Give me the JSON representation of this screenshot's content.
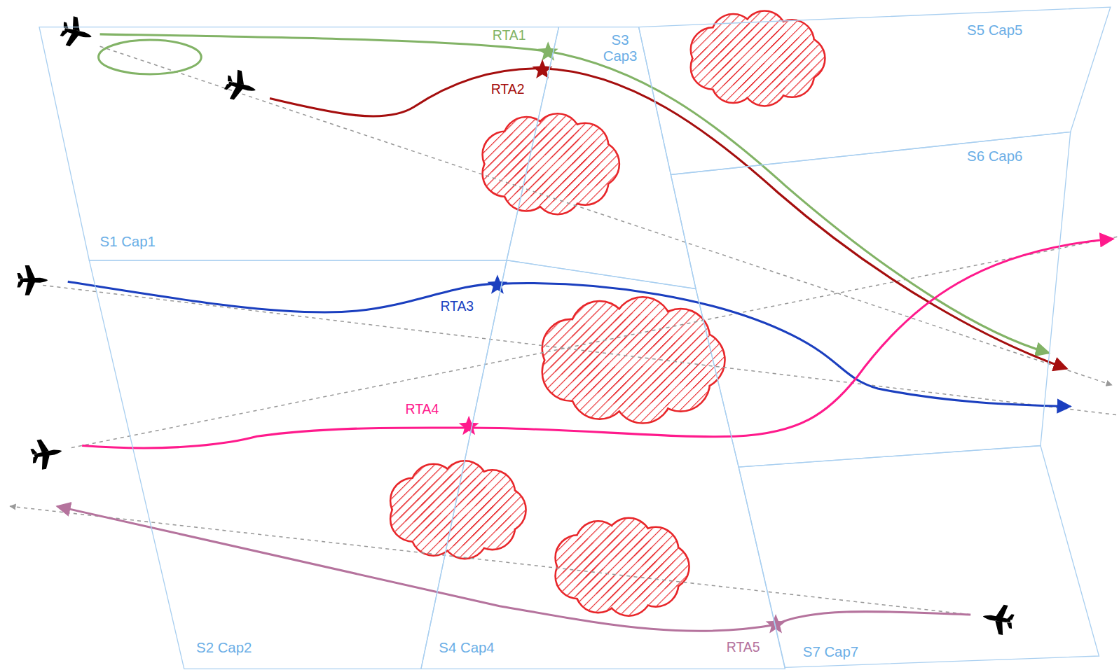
{
  "diagram": {
    "nodes": [
      {
        "text": [
          "S1 Cap1"
        ]
      },
      {
        "text": [
          "S2 Cap2"
        ]
      },
      {
        "text": [
          "S3 Cap3"
        ]
      },
      {
        "text": [
          "S4 Cap4"
        ]
      },
      {
        "text": [
          "S5 Cap5"
        ]
      },
      {
        "text": [
          "S6 Cap6"
        ]
      },
      {
        "text": [
          "S7 Cap7"
        ]
      }
    ],
    "labels": [
      "RTA1",
      "RTA2",
      "RTA3",
      "RTA4",
      "RTA5"
    ]
  }
}
